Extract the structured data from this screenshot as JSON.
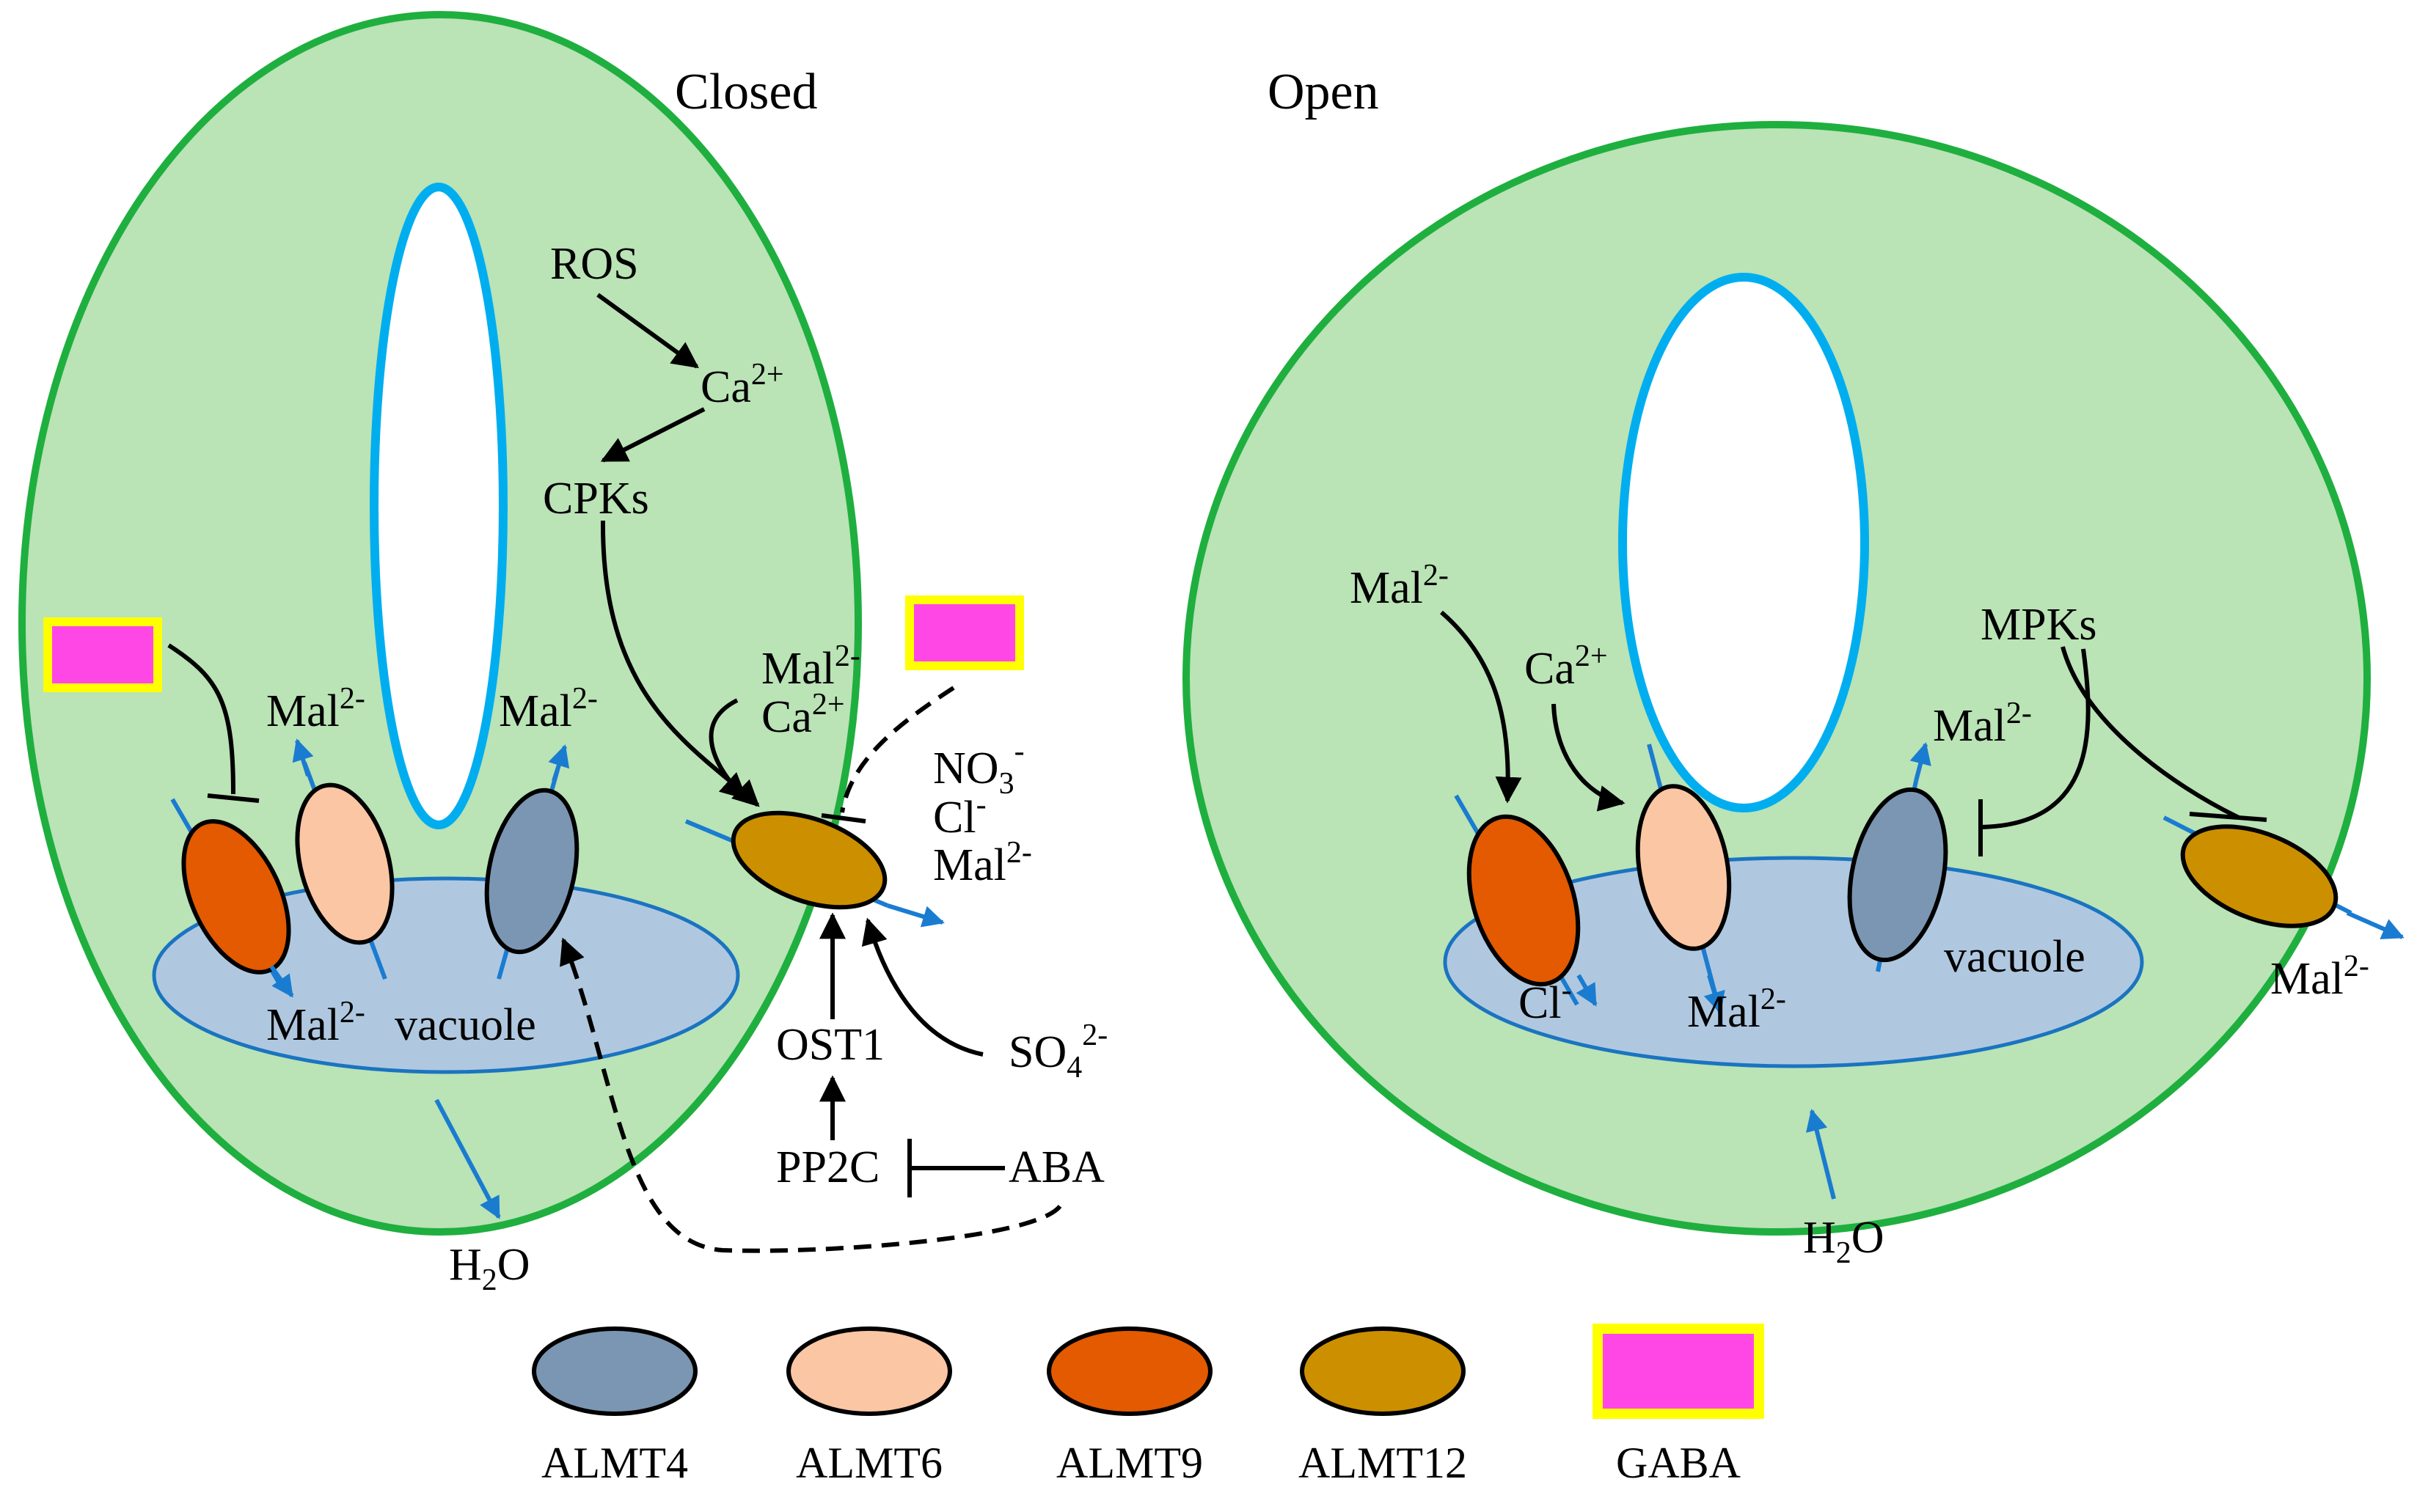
{
  "panels": {
    "closed": {
      "title": "Closed"
    },
    "open": {
      "title": "Open"
    }
  },
  "closed_labels": {
    "ros": "ROS",
    "ca": "Ca",
    "ca_sup": "2+",
    "cpks": "CPKs",
    "mal_left_top": "Mal",
    "mal_left_top_sup": "2-",
    "mal_mid_top": "Mal",
    "mal_mid_top_sup": "2-",
    "mal_left_bottom": "Mal",
    "mal_left_bottom_sup": "2-",
    "vacuole": "vacuole",
    "mal_ca_mal": "Mal",
    "mal_ca_mal_sup": "2-",
    "mal_ca_ca": "Ca",
    "mal_ca_ca_sup": "2+",
    "no3": "NO",
    "no3_sub": "3",
    "no3_sup": "-",
    "cl": "Cl",
    "cl_sup": "-",
    "mal_right": "Mal",
    "mal_right_sup": "2-",
    "ost1": "OST1",
    "pp2c": "PP2C",
    "aba": "ABA",
    "so4": "SO",
    "so4_sub": "4",
    "so4_sup": "2-",
    "h2o": "H",
    "h2o_sub": "2",
    "h2o_tail": "O"
  },
  "open_labels": {
    "mal_in": "Mal",
    "mal_in_sup": "2-",
    "ca": "Ca",
    "ca_sup": "2+",
    "mpks": "MPKs",
    "mal_top": "Mal",
    "mal_top_sup": "2-",
    "vacuole": "vacuole",
    "cl": "Cl",
    "cl_sup": "-",
    "mal_bottom": "Mal",
    "mal_bottom_sup": "2-",
    "mal_out": "Mal",
    "mal_out_sup": "2-",
    "h2o": "H",
    "h2o_sub": "2",
    "h2o_tail": "O"
  },
  "legend": {
    "items": [
      {
        "label": "ALMT4",
        "color": "#7b96b2",
        "shape": "ellipse"
      },
      {
        "label": "ALMT6",
        "color": "#fbc6a4",
        "shape": "ellipse"
      },
      {
        "label": "ALMT9",
        "color": "#e35a00",
        "shape": "ellipse"
      },
      {
        "label": "ALMT12",
        "color": "#cc8f00",
        "shape": "ellipse"
      },
      {
        "label": "GABA",
        "color": "#ff47e6",
        "shape": "rect",
        "border": "#ffff00"
      }
    ]
  },
  "colors": {
    "cell_fill": "#bae3b6",
    "cell_stroke": "#1faf3f",
    "pore_stroke": "#00aeef",
    "vacuole_fill": "#afc8e0",
    "vacuole_stroke": "#1a74c0",
    "flux_arrow": "#1a7cd0"
  }
}
